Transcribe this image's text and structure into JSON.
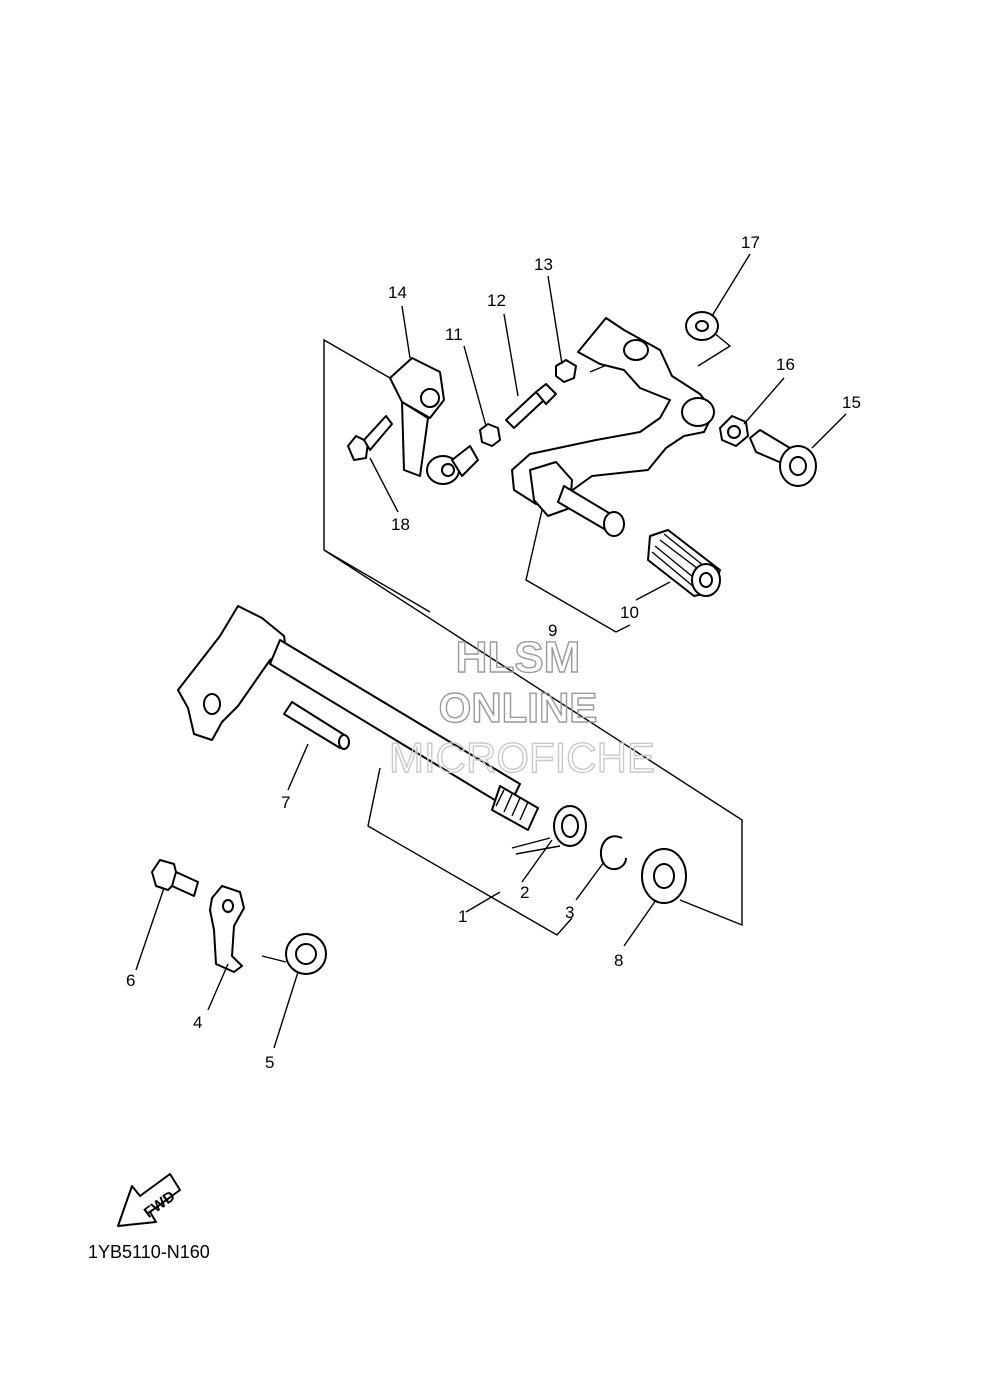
{
  "diagram_code": "1YB5110-N160",
  "watermark": [
    "HLSM",
    "ONLINE",
    "MICROFICHE"
  ],
  "fwd_arrow_label": "FWD",
  "callouts": [
    "1",
    "2",
    "3",
    "4",
    "5",
    "6",
    "7",
    "8",
    "9",
    "10",
    "11",
    "12",
    "13",
    "14",
    "15",
    "16",
    "17",
    "18"
  ]
}
